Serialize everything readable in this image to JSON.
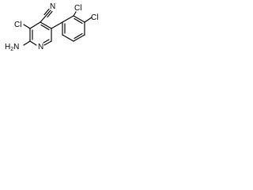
{
  "structure": {
    "labels": {
      "amine": "H2N",
      "amine_h": "H",
      "amine_sub": "2",
      "amine_n": "N",
      "chloro_ring1": "Cl",
      "nitrile_n": "N",
      "ring_n": "N",
      "chloro_ortho": "Cl",
      "chloro_para": "Cl"
    },
    "bond_color": "#000000",
    "label_color": "#000000"
  }
}
